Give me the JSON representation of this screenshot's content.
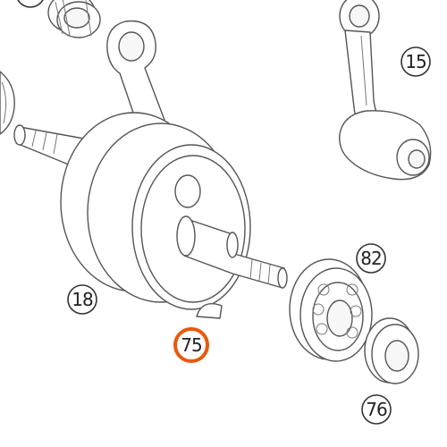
{
  "callouts": [
    {
      "label": "15",
      "highlighted": false
    },
    {
      "label": "82",
      "highlighted": false
    },
    {
      "label": "18",
      "highlighted": false
    },
    {
      "label": "75",
      "highlighted": true
    },
    {
      "label": "76",
      "highlighted": false
    }
  ],
  "colors": {
    "line": "#555555",
    "callout_stroke": "#333333",
    "highlight": "#e8590c",
    "background": "#ffffff"
  }
}
